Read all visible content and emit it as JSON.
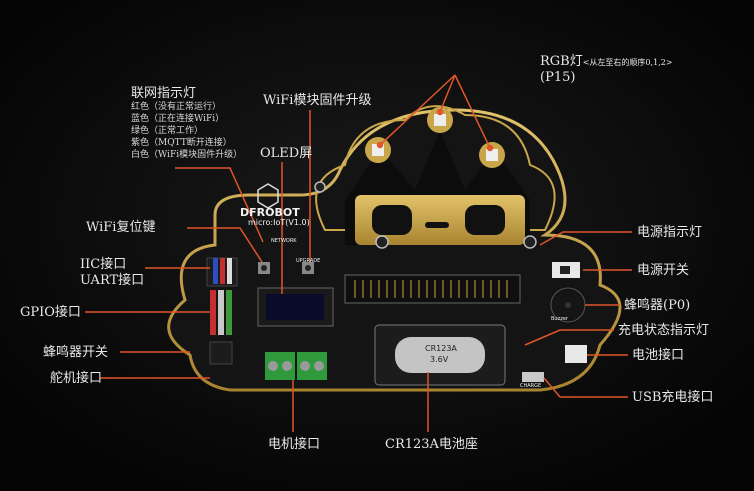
{
  "labels": {
    "rgb": "RGB灯",
    "rgb_note": "<从左至右的顺序0,1,2>",
    "rgb_pin": "(P15)",
    "net_title": "联网指示灯",
    "net_red": "红色（没有正常运行）",
    "net_blue": "蓝色（正在连接WiFi）",
    "net_green": "绿色（正常工作）",
    "net_purple": "紫色（MQTT断开连接）",
    "net_white": "白色（WiFi模块固件升级）",
    "wifi_fw": "WiFi模块固件升级",
    "oled": "OLED屏",
    "wifi_reset": "WiFi复位键",
    "iic": "IIC接口",
    "uart": "UART接口",
    "gpio": "GPIO接口",
    "buzzer_switch": "蜂鸣器开关",
    "servo": "舵机接口",
    "motor": "电机接口",
    "battery_holder": "CR123A电池座",
    "power_led": "电源指示灯",
    "power_switch": "电源开关",
    "buzzer": "蜂鸣器(P0)",
    "charge_led": "充电状态指示灯",
    "battery_port": "电池接口",
    "usb_charge": "USB充电接口"
  },
  "board": {
    "brand": "DFROBOT",
    "model": "micro:IoT(V1.0)",
    "battery_model": "CR123A",
    "battery_voltage": "3.6V",
    "network_text": "NETWORK",
    "upgrade_text": "UPGRADE",
    "buzzer_text": "Buzzer",
    "charge_text": "CHARGE"
  },
  "colors": {
    "background": "#0a0a0a",
    "board": "#121212",
    "gold": "#c9a64a",
    "callout": "#e0552a",
    "text": "#e8e8e8"
  }
}
